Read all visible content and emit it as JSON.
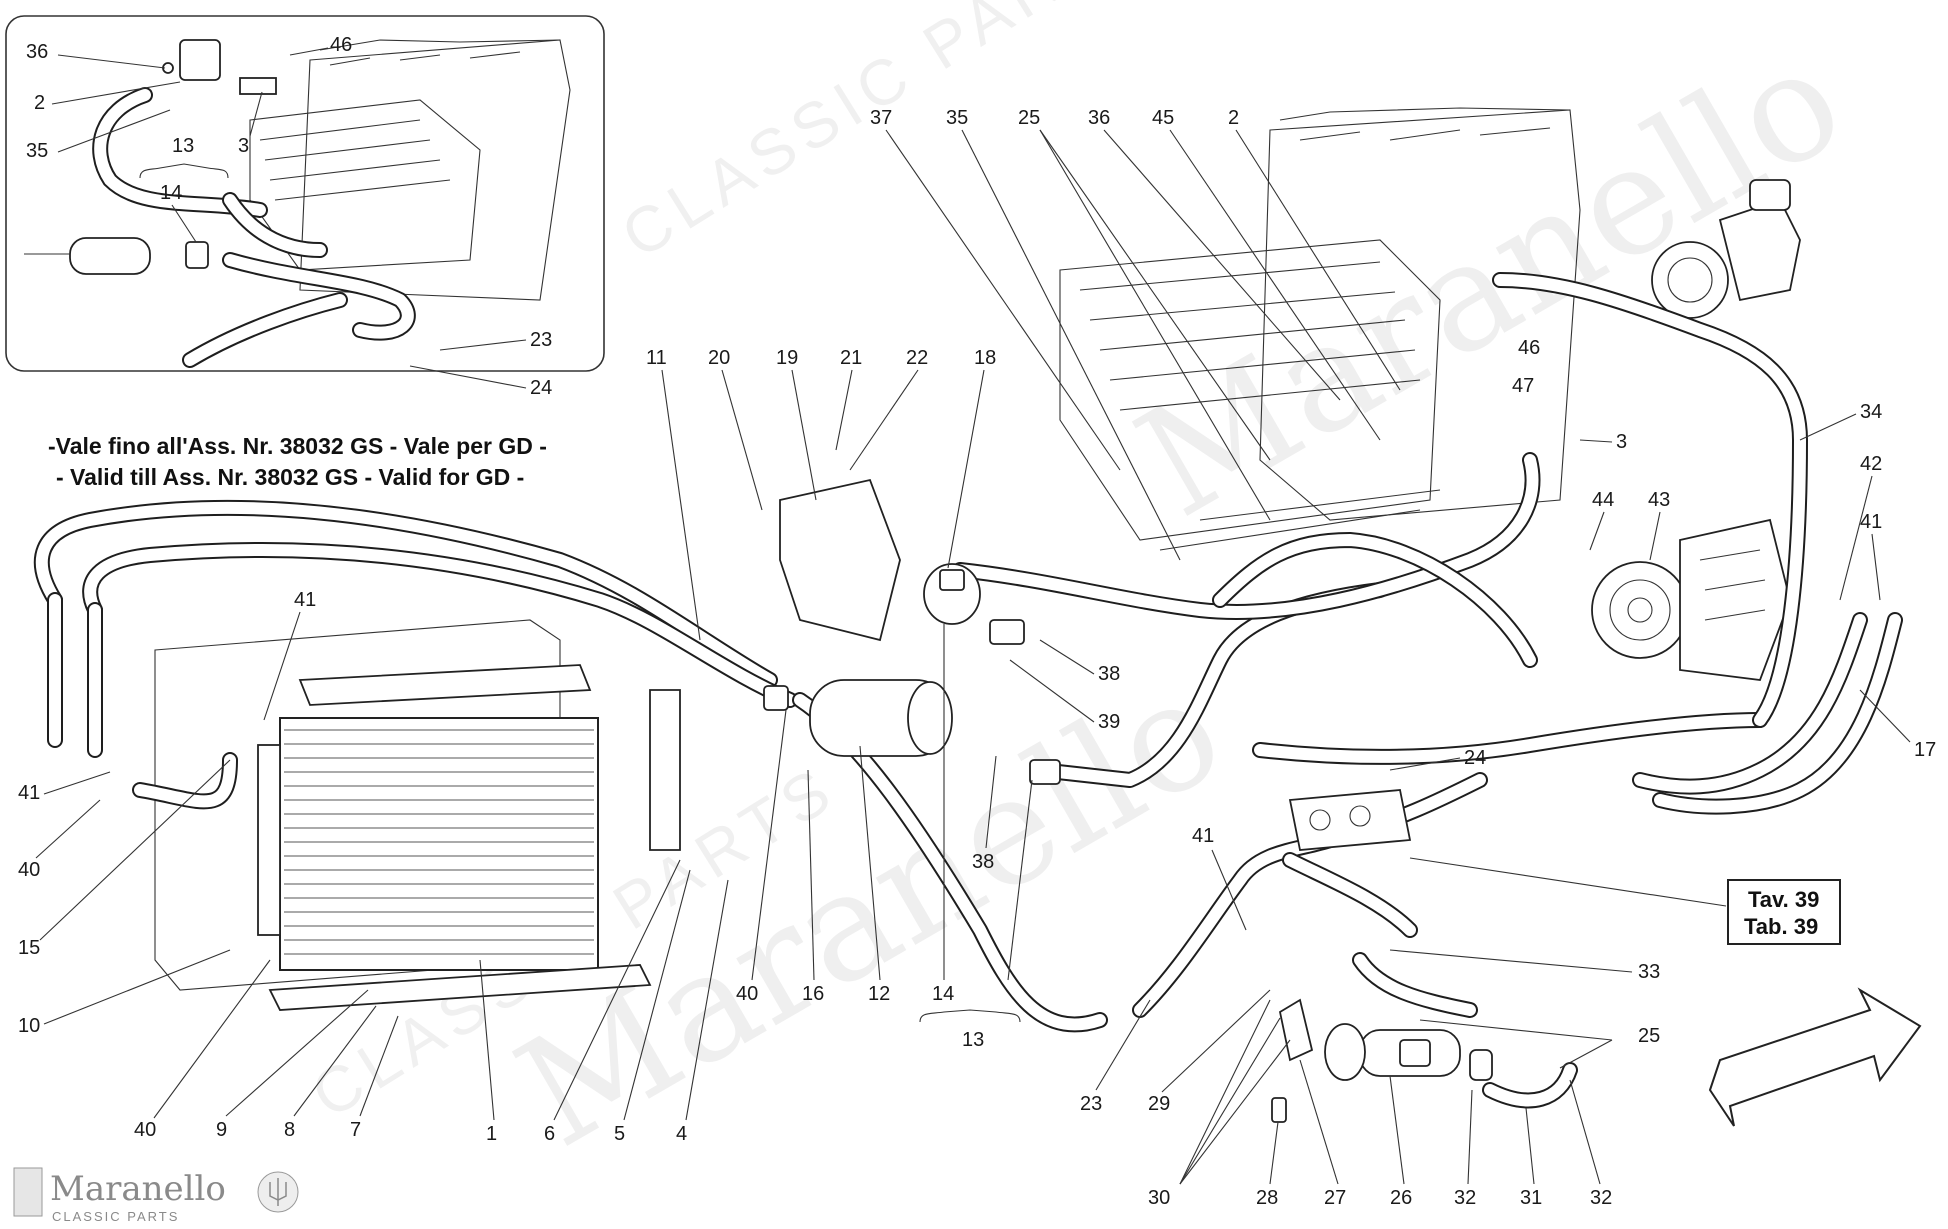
{
  "notes": {
    "line1": "-Vale fino all'Ass. Nr. 38032 GS - Vale per GD -",
    "line2": "- Valid till Ass. Nr. 38032 GS - Valid for GD -"
  },
  "reference_box": {
    "line1": "Tav. 39",
    "line2": "Tab. 39"
  },
  "brand": {
    "name": "Maranello",
    "subtitle": "CLASSIC PARTS"
  },
  "watermark": {
    "text": "CLASSIC PARTS",
    "script": "Maranello"
  },
  "callouts": {
    "inset": [
      "36",
      "2",
      "35",
      "13",
      "14",
      "3",
      "46",
      "23",
      "24"
    ],
    "main": [
      "37",
      "35",
      "25",
      "36",
      "45",
      "2",
      "11",
      "20",
      "19",
      "21",
      "22",
      "18",
      "46",
      "47",
      "3",
      "34",
      "42",
      "41",
      "44",
      "43",
      "38",
      "39",
      "41",
      "41",
      "40",
      "15",
      "10",
      "40",
      "9",
      "8",
      "7",
      "1",
      "6",
      "5",
      "4",
      "40",
      "16",
      "12",
      "14",
      "13",
      "38",
      "24",
      "17",
      "41",
      "33",
      "25",
      "23",
      "29",
      "30",
      "28",
      "27",
      "26",
      "32",
      "31",
      "32"
    ]
  },
  "colors": {
    "line": "#222222",
    "watermark": "#efefef"
  }
}
